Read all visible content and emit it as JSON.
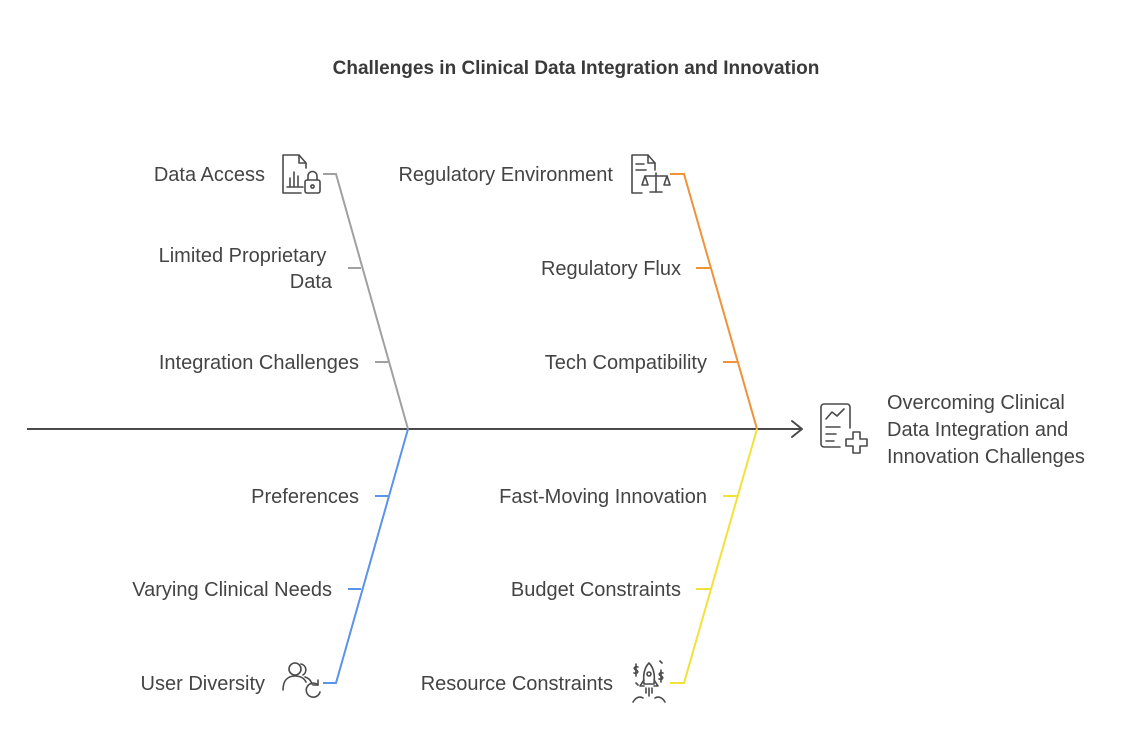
{
  "title": "Challenges in Clinical Data Integration and Innovation",
  "effect": {
    "lines": [
      "Overcoming Clinical",
      "Data Integration and",
      "Innovation Challenges"
    ],
    "icon": "medical-report-icon"
  },
  "colors": {
    "spine": "#4a4a4a",
    "data": "#a0a0a0",
    "regulatory": "#f0923a",
    "user": "#5b93e8",
    "resource": "#f2e13a"
  },
  "branches": {
    "data": {
      "label": "Data Access",
      "icon": "document-chart-lock-icon",
      "causes": [
        {
          "lines": [
            "Limited Proprietary",
            "Data"
          ]
        },
        {
          "lines": [
            "Integration Challenges"
          ]
        }
      ]
    },
    "regulatory": {
      "label": "Regulatory Environment",
      "icon": "document-scales-icon",
      "causes": [
        {
          "lines": [
            "Regulatory Flux"
          ]
        },
        {
          "lines": [
            "Tech Compatibility"
          ]
        }
      ]
    },
    "user": {
      "label": "User Diversity",
      "icon": "users-refresh-icon",
      "causes": [
        {
          "lines": [
            "Preferences"
          ]
        },
        {
          "lines": [
            "Varying Clinical Needs"
          ]
        }
      ]
    },
    "resource": {
      "label": "Resource Constraints",
      "icon": "rocket-money-icon",
      "causes": [
        {
          "lines": [
            "Fast-Moving Innovation"
          ]
        },
        {
          "lines": [
            "Budget Constraints"
          ]
        }
      ]
    }
  }
}
